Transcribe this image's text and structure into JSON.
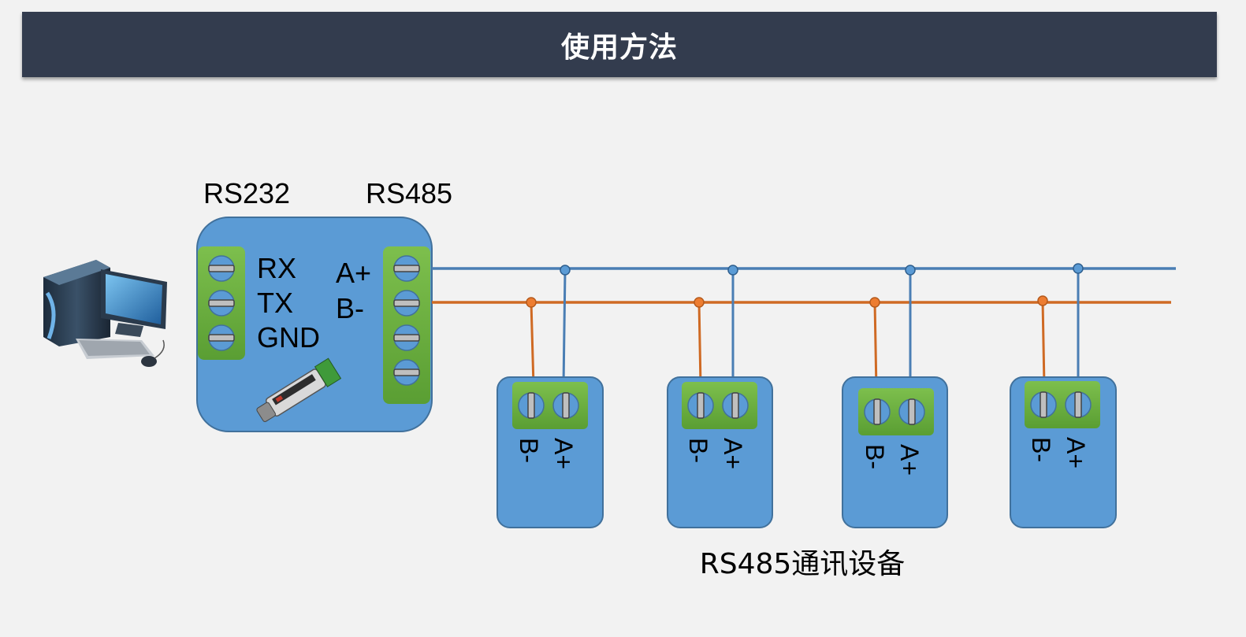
{
  "header": {
    "title": "使用方法"
  },
  "converter": {
    "rs232_label": "RS232",
    "rs485_label": "RS485",
    "left_pins": [
      "RX",
      "TX",
      "GND"
    ],
    "right_pins": [
      "A+",
      "B-"
    ]
  },
  "devices": {
    "caption": "RS485通讯设备",
    "items": [
      {
        "b_label": "B-",
        "a_label": "A+"
      },
      {
        "b_label": "B-",
        "a_label": "A+"
      },
      {
        "b_label": "B-",
        "a_label": "A+"
      },
      {
        "b_label": "B-",
        "a_label": "A+"
      }
    ]
  },
  "colors": {
    "header_bg": "#333c4e",
    "box_fill": "#5b9bd5",
    "terminal_green": "#6aad3d",
    "line_a_plus": "#4a7eb4",
    "line_b_minus": "#cf6a24"
  },
  "icons": [
    "computer-icon",
    "converter-product-icon"
  ]
}
